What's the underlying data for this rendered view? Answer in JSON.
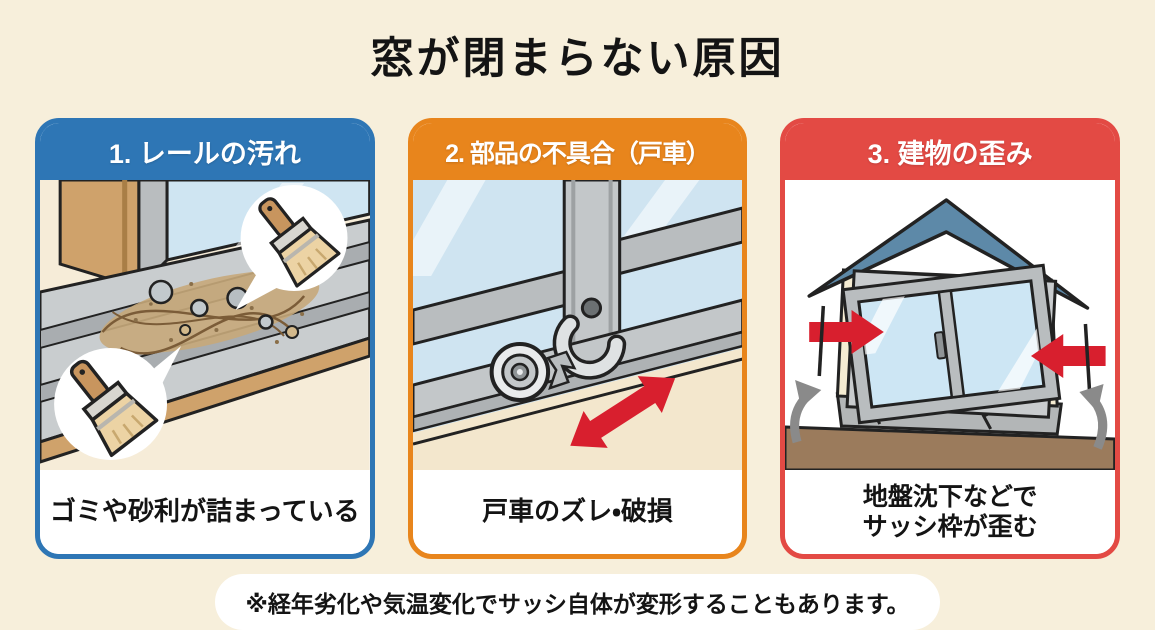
{
  "page": {
    "title": "窓が閉まらない原因",
    "footnote": "※経年劣化や気温変化でサッシ自体が変形することもあります。"
  },
  "panels": [
    {
      "title": "1. レールの汚れ",
      "caption": "ゴミや砂利が詰まっている",
      "illustration": "dirty-window-rail-with-cleaning-brushes"
    },
    {
      "title": "2. 部品の不具合（戸車）",
      "caption": "戸車のズレ・破損",
      "illustration": "detached-broken-sash-roller-with-red-arrow"
    },
    {
      "title": "3. 建物の歪み",
      "caption": "地盤沈下などで\nサッシ枠が歪む",
      "illustration": "tilted-house-with-warped-window-frame"
    }
  ],
  "colors": {
    "page_bg": "#f7efdb",
    "panel_blue": "#2e76b5",
    "panel_orange": "#e8851c",
    "panel_red": "#e34a44",
    "arrow_red": "#d81f2e",
    "glass_blue": "#cfe5f2",
    "frame_gray": "#bfc3c5",
    "wood_tan": "#cfa26b",
    "ground_brown": "#9b7b5c"
  }
}
